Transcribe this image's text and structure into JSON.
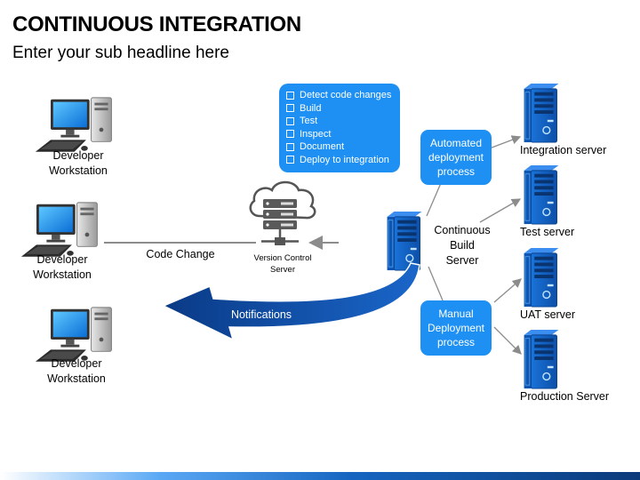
{
  "header": {
    "title": "CONTINUOUS INTEGRATION",
    "subtitle": "Enter your sub headline here"
  },
  "workstations": [
    {
      "label_line1": "Developer",
      "label_line2": "Workstation"
    },
    {
      "label_line1": "Developer",
      "label_line2": "Workstation"
    },
    {
      "label_line1": "Developer",
      "label_line2": "Workstation"
    }
  ],
  "edges": {
    "code_change": "Code Change",
    "notifications": "Notifications"
  },
  "version_control": {
    "line1": "Version Control",
    "line2": "Server"
  },
  "ci_server": {
    "line1": "Continuous",
    "line2": "Build",
    "line3": "Server"
  },
  "checklist": [
    "Detect code changes",
    "Build",
    "Test",
    "Inspect",
    "Document",
    "Deploy to integration"
  ],
  "automated_bubble": {
    "line1": "Automated",
    "line2": "deployment",
    "line3": "process"
  },
  "manual_bubble": {
    "line1": "Manual",
    "line2": "Deployment",
    "line3": "process"
  },
  "target_servers": [
    {
      "label": "Integration server"
    },
    {
      "label": "Test server"
    },
    {
      "label": "UAT server"
    },
    {
      "label": "Production Server"
    }
  ],
  "colors": {
    "bubble": "#1e90f3",
    "server_blue": "#1565c0",
    "arrow_navy": "#0b3f8c",
    "connector_gray": "#8c8c8c"
  }
}
